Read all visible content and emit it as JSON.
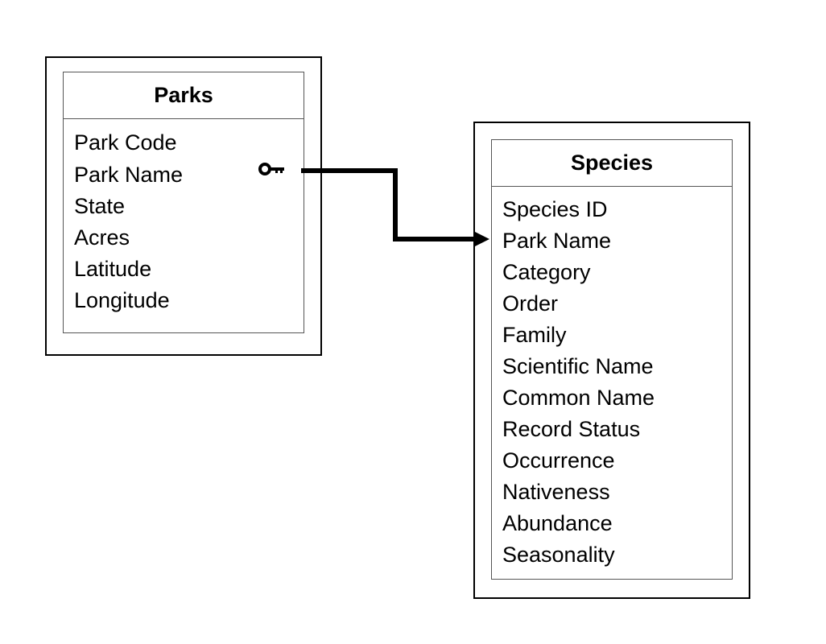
{
  "parks": {
    "title": "Parks",
    "fields": [
      "Park Code",
      "Park Name",
      "State",
      "Acres",
      "Latitude",
      "Longitude"
    ]
  },
  "species": {
    "title": "Species",
    "fields": [
      "Species ID",
      "Park Name",
      "Category",
      "Order",
      "Family",
      "Scientific Name",
      "Common Name",
      "Record Status",
      "Occurrence",
      "Nativeness",
      "Abundance",
      "Seasonality"
    ]
  },
  "relationship": {
    "from_table": "Parks",
    "from_field": "Park Name",
    "to_table": "Species",
    "to_field": "Park Name",
    "key_icon": "key-icon"
  }
}
